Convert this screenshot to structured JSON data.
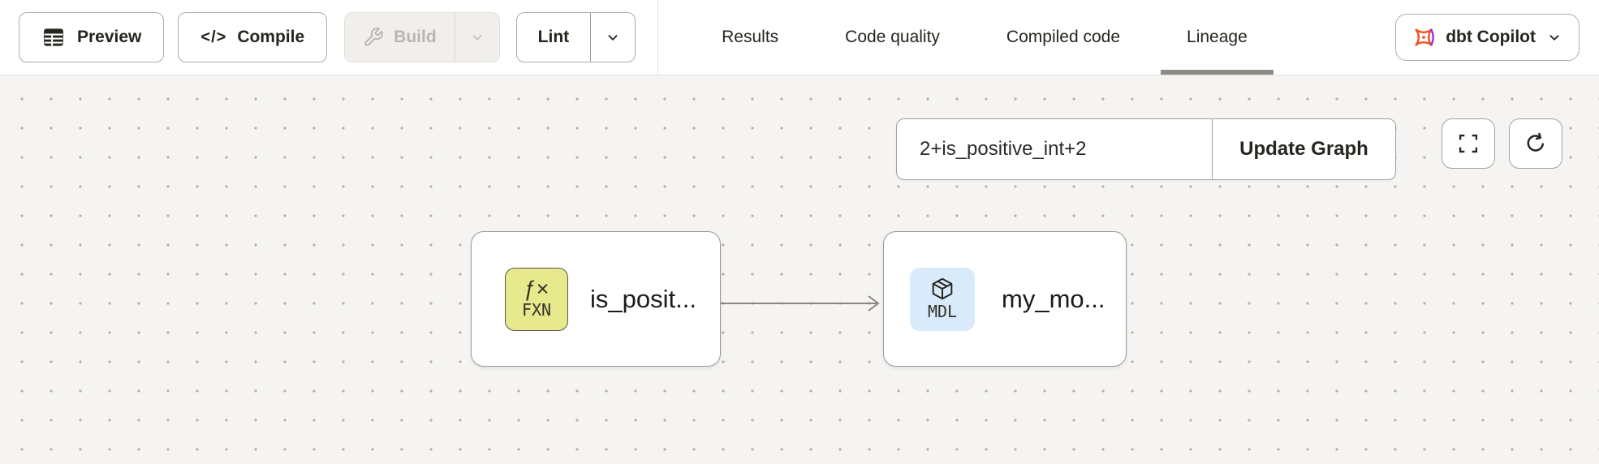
{
  "toolbar": {
    "preview_label": "Preview",
    "compile_label": "Compile",
    "compile_icon_glyph": "</>",
    "build_label": "Build",
    "lint_label": "Lint",
    "tabs": [
      {
        "label": "Results",
        "active": false
      },
      {
        "label": "Code quality",
        "active": false
      },
      {
        "label": "Compiled code",
        "active": false
      },
      {
        "label": "Lineage",
        "active": true
      }
    ],
    "copilot_label": "dbt Copilot"
  },
  "canvas": {
    "filter": {
      "value": "2+is_positive_int+2",
      "update_label": "Update Graph"
    },
    "nodes": [
      {
        "type": "function",
        "badge_symbol": "ƒ×",
        "badge_label": "FXN",
        "title": "is_posit...",
        "badge_color": "#e7e98c"
      },
      {
        "type": "model",
        "badge_label": "MDL",
        "title": "my_mo...",
        "badge_color": "#d9eafb"
      }
    ],
    "edges": [
      {
        "from": "is_posit...",
        "to": "my_mo..."
      }
    ]
  },
  "icons": {
    "preview": "table-icon",
    "compile": "code-slash-icon",
    "build": "wrench-icon",
    "copilot": "dbt-logo-icon",
    "fullscreen": "fullscreen-icon",
    "refresh": "refresh-icon",
    "function_badge": "function-icon",
    "model_badge": "cube-icon"
  },
  "colors": {
    "dbt_orange": "#f4511e",
    "copilot_purple": "#9333ea",
    "fxn_yellow": "#e7e98c",
    "mdl_blue": "#d9eafb",
    "canvas_bg": "#f5f4f2",
    "active_tab_underline": "#8f8c88",
    "button_border": "#b1ada7",
    "disabled_text": "#b9b5b0"
  }
}
